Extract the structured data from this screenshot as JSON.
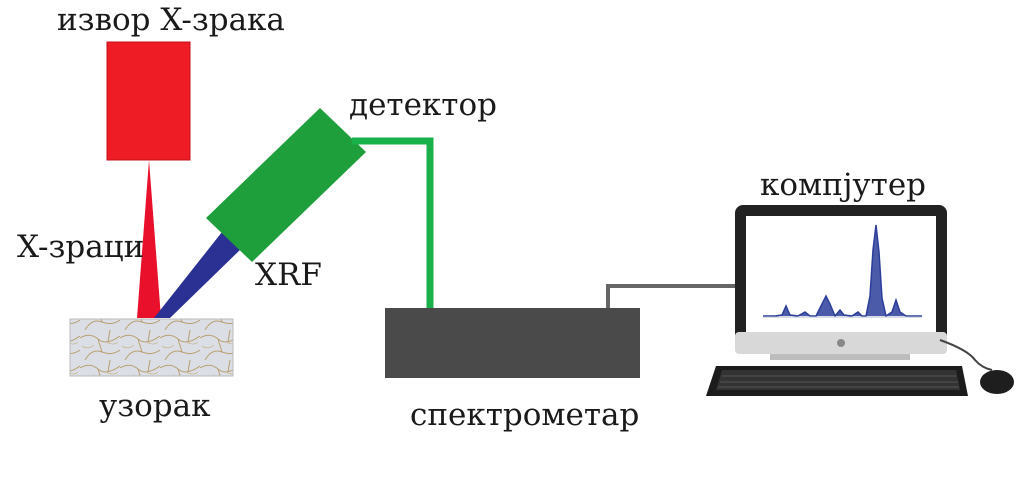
{
  "labels": {
    "source": "извор X-зрака",
    "detector": "детектор",
    "computer": "компјутер",
    "xrays": "X-зраци",
    "xrf": "XRF",
    "sample": "узорак",
    "spectrometer": "спектрометар"
  },
  "colors": {
    "source": "#ee1c25",
    "beam": "#e8102a",
    "fluorescence": "#2b3192",
    "detector": "#1f9e3c",
    "cable_detector": "#1ab04a",
    "spectrometer": "#4a4a4a",
    "cable_computer": "#666666",
    "spectrum": "#2c3e9a",
    "monitor_frame": "#222222",
    "screen": "#ffffff"
  },
  "icons": {
    "sample": "rock-sample-icon",
    "computer": "desktop-computer-icon",
    "keyboard": "keyboard-icon",
    "mouse": "mouse-icon"
  }
}
